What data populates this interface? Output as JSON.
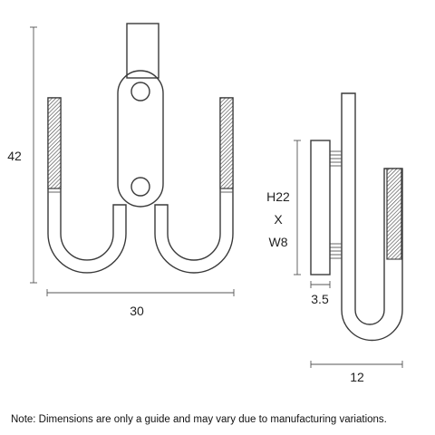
{
  "dimensions": {
    "front_height": "42",
    "front_width": "30",
    "side_plate_height": "H22",
    "side_plate_x": "X",
    "side_plate_width": "W8",
    "side_plate_depth": "3.5",
    "side_width": "12"
  },
  "note": "Note: Dimensions are only a guide and may vary due to manufacturing variations."
}
